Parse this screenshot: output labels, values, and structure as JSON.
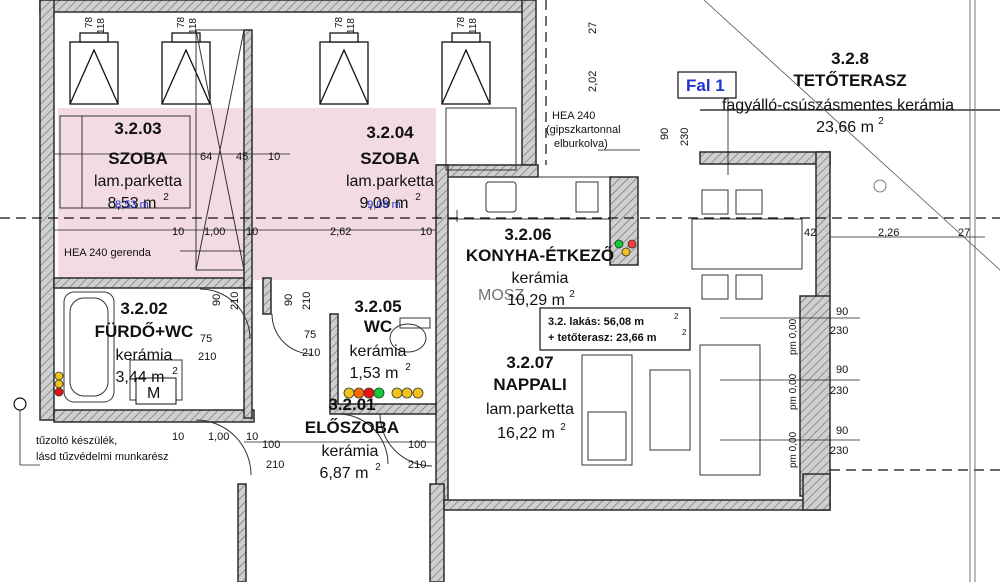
{
  "colors": {
    "wall": "#2b2b2b",
    "wall_fill": "#c8c8c8",
    "highlight": "#f1d6dc",
    "blue_label": "#2233cc",
    "line": "#222222"
  },
  "rooms": [
    {
      "id": "3.2.03",
      "name": "SZOBA",
      "finish": "lam.parketta",
      "area": "8,53 m",
      "area_overlay": "8,53 m"
    },
    {
      "id": "3.2.04",
      "name": "SZOBA",
      "finish": "lam.parketta",
      "area": "9,09 m",
      "area_overlay": "9,09 m"
    },
    {
      "id": "3.2.02",
      "name": "FÜRDŐ+WC",
      "finish": "kerámia",
      "area": "3,44 m"
    },
    {
      "id": "3.2.05",
      "name": "WC",
      "finish": "kerámia",
      "area": "1,53 m"
    },
    {
      "id": "3.2.01",
      "name": "ELŐSZOBA",
      "finish": "kerámia",
      "area": "6,87 m"
    },
    {
      "id": "3.2.06",
      "name": "KONYHA-ÉTKEZŐ",
      "finish": "kerámia",
      "area": "10,29 m"
    },
    {
      "id": "3.2.07",
      "name": "NAPPALI",
      "finish": "lam.parketta",
      "area": "16,22 m"
    },
    {
      "id": "3.2.8",
      "name": "TETŐTERASZ",
      "finish": "fagyálló-csúszásmentes kerámia",
      "area": "23,66 m"
    }
  ],
  "superscript": "2",
  "labels": {
    "fal": "Fal 1",
    "hea_240": "HEA 240",
    "hea_note_1": "(gipszkartonnal",
    "hea_note_2": "elburkolva)",
    "hea_gerenda": "HEA 240 gerenda",
    "tuzolto_1": "tűzoltó készülék,",
    "tuzolto_2": "lásd tűzvédelmi munkarész",
    "summary_1": "3.2. lakás: 56,08 m",
    "summary_2": "+ tetőterasz: 23,66 m",
    "m_box": "M",
    "watermark": "MOSZ"
  },
  "dims": {
    "top": [
      "78",
      "118",
      "78",
      "118",
      "78",
      "118",
      "78",
      "118"
    ],
    "d64": "64",
    "d45": "45",
    "d10": "10",
    "row": [
      "10",
      "1,00",
      "10",
      "2,62",
      "10"
    ],
    "terrace_row": [
      "42",
      "2,26",
      "27"
    ],
    "d2_02": "2,02",
    "d27": "27",
    "door_90": "90",
    "door_210": "210",
    "door_75": "75",
    "door_100": "100",
    "door_230": "230",
    "pm": "pm 0,00",
    "bottom_row": [
      "10",
      "1,00",
      "10"
    ]
  }
}
